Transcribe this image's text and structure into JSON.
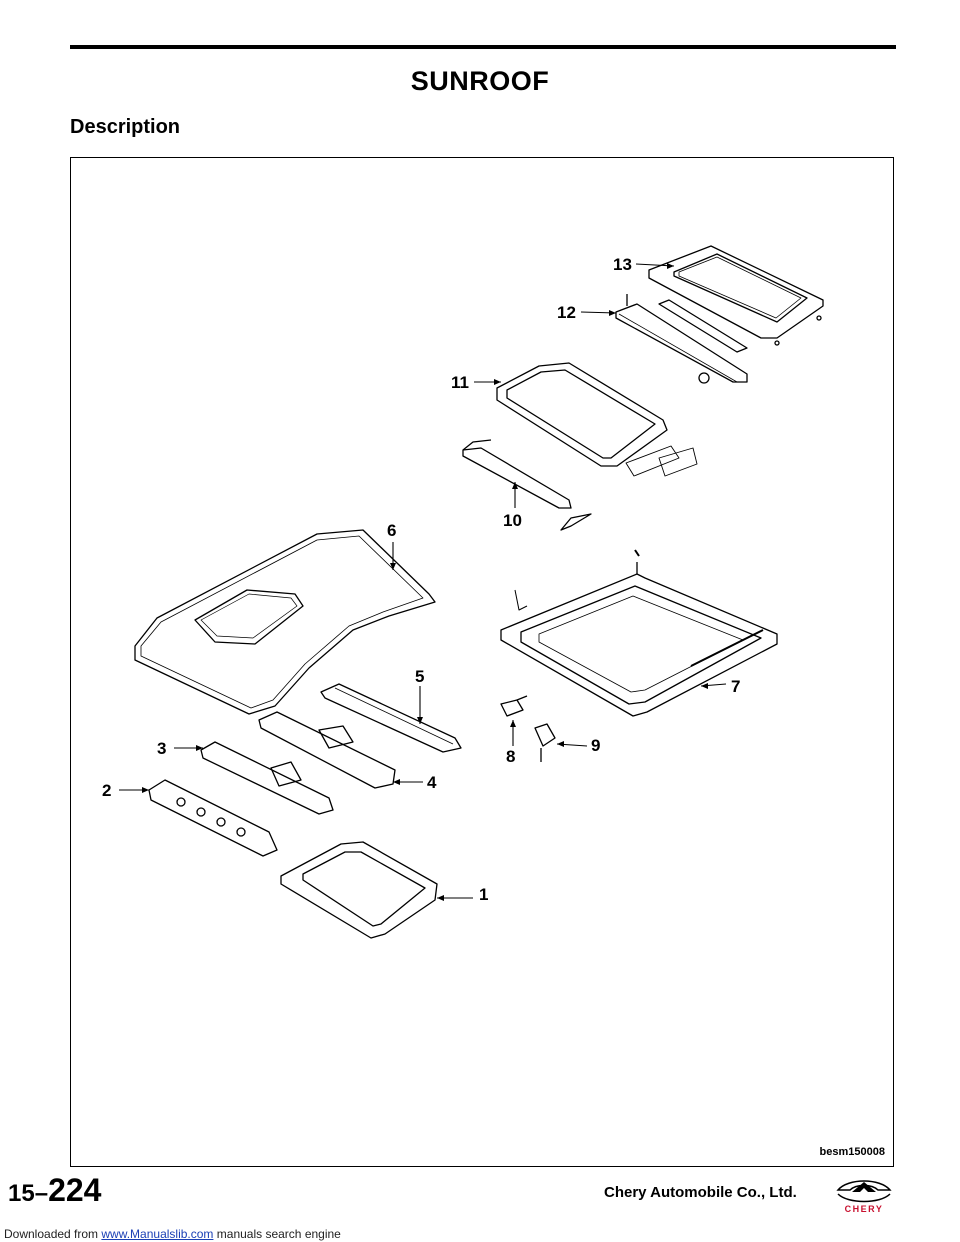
{
  "page": {
    "title": "SUNROOF",
    "section_heading": "Description"
  },
  "figure": {
    "code": "besm150008",
    "callouts": [
      "1",
      "2",
      "3",
      "4",
      "5",
      "6",
      "7",
      "8",
      "9",
      "10",
      "11",
      "12",
      "13"
    ]
  },
  "footer": {
    "section_number": "15",
    "dash": "–",
    "page_number": "224",
    "company": "Chery Automobile Co., Ltd.",
    "logo_text": "CHERY",
    "download_prefix": "Downloaded from ",
    "download_link": "www.Manualslib.com",
    "download_suffix": " manuals search engine"
  },
  "colors": {
    "text": "#000000",
    "logo_red": "#c8102e",
    "link": "#1a3fb5"
  }
}
